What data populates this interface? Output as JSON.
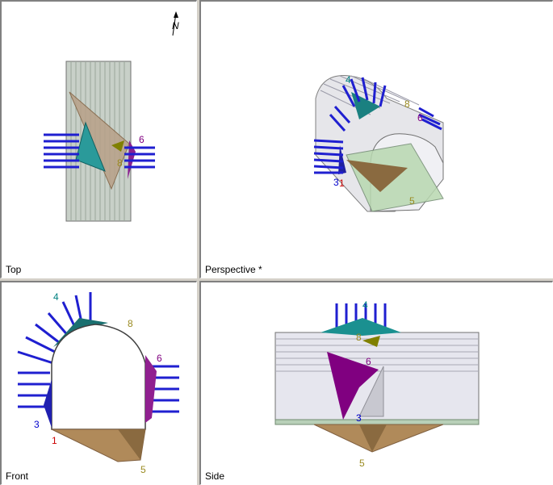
{
  "viewports": {
    "top": {
      "label": "Top"
    },
    "perspective": {
      "label": "Perspective *"
    },
    "front": {
      "label": "Front"
    },
    "side": {
      "label": "Side"
    }
  },
  "wedge_labels": {
    "w1": "1",
    "w3": "3",
    "w4": "4",
    "w5": "5",
    "w6": "6",
    "w8": "8"
  },
  "north_label": "N",
  "colors": {
    "bolt": "#1f1fd0",
    "wedge_brown": "#b08a5a",
    "wedge_teal": "#1a9090",
    "wedge_purple": "#800080",
    "wedge_olive": "#808000",
    "tunnel_fill": "#d8ddd8",
    "label_red": "#cc0000",
    "label_blue": "#0000cc",
    "label_teal": "#008080",
    "label_olive": "#9a8a20",
    "label_purple": "#800080"
  }
}
